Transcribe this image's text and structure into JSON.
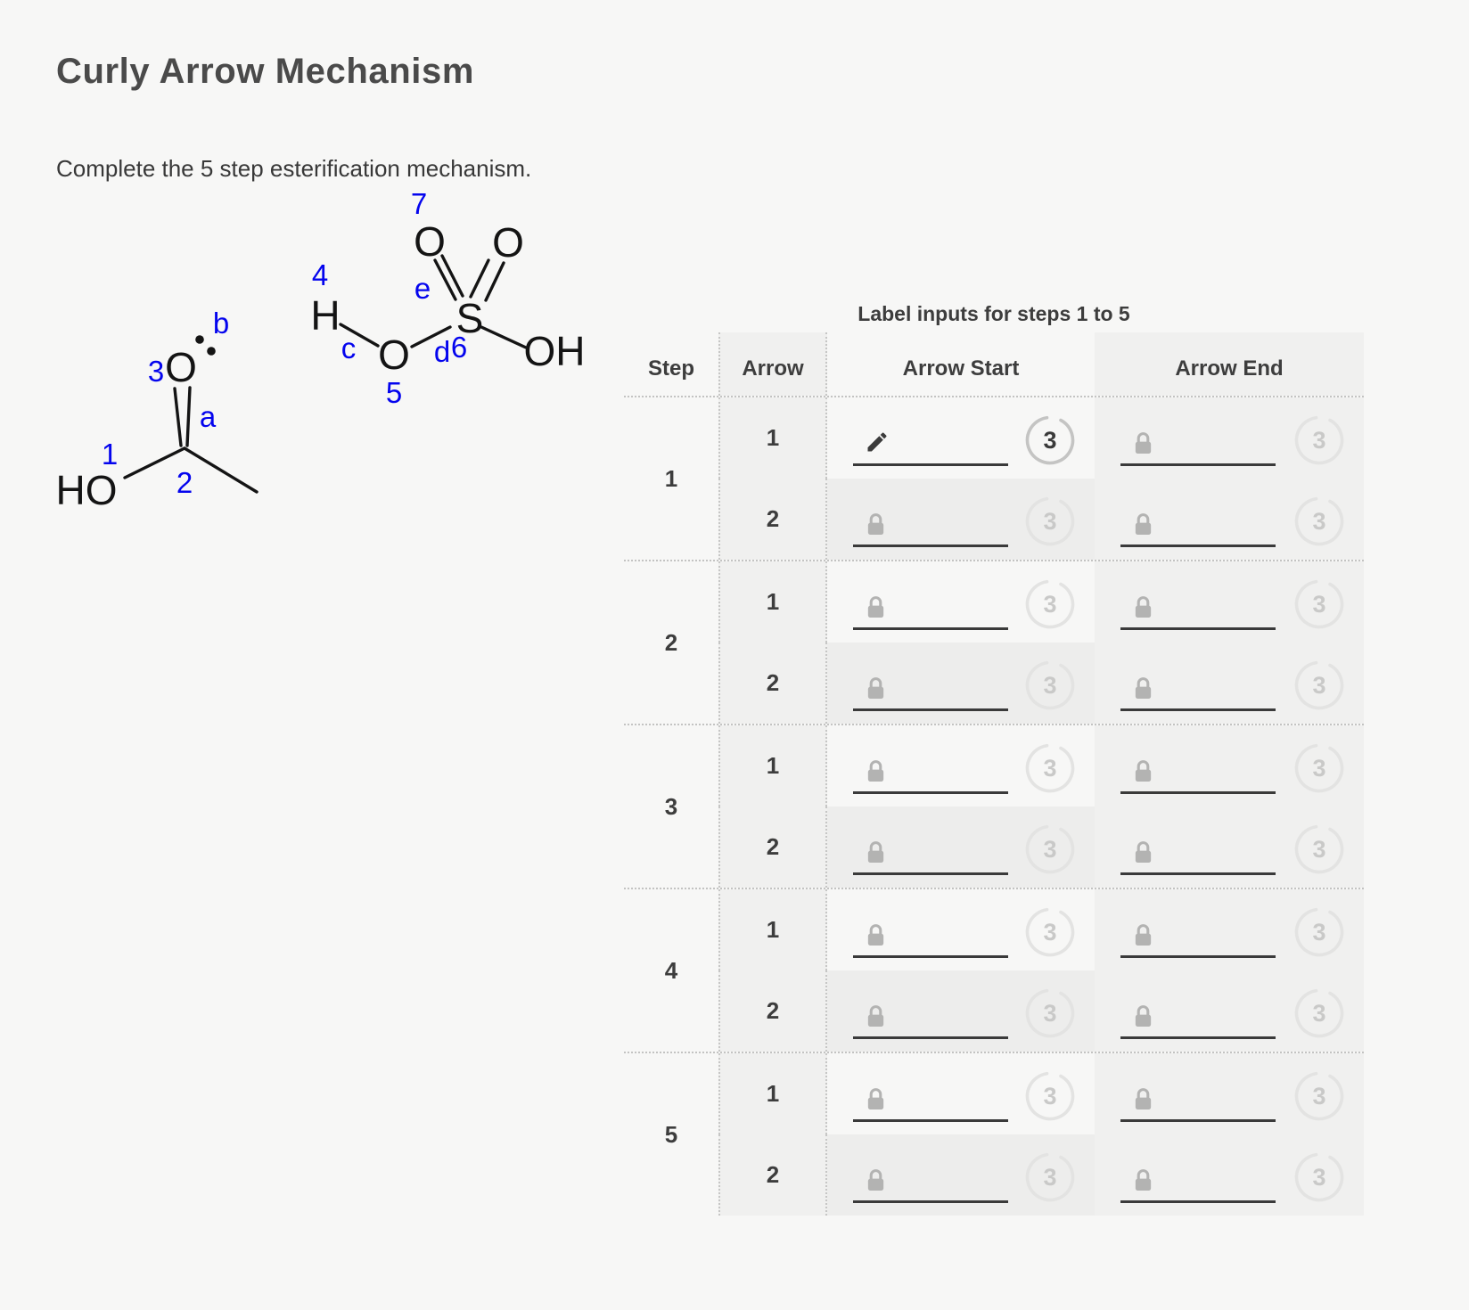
{
  "page": {
    "title": "Curly Arrow Mechanism",
    "instructions": "Complete the 5 step esterification mechanism."
  },
  "colors": {
    "annotation_blue": "#0404ee",
    "structure_color": "#141414",
    "column_shade": "#f0f0ef",
    "active_text": "#3a3a3a",
    "locked_gray": "#c9c9c8"
  },
  "molecules": {
    "acetic_acid": {
      "id": "acetic-acid",
      "atoms": {
        "hydroxyl": "HO",
        "carbonyl_oxygen": "O"
      },
      "annotations": {
        "pos1": "1",
        "pos2": "2",
        "pos3": "3",
        "bond_a": "a",
        "lone_pair_b": "b"
      }
    },
    "sulfuric_acid": {
      "id": "sulfuric-acid",
      "atoms": {
        "hydrogen": "H",
        "bridging_oxygen": "O",
        "top_left_oxygen": "O",
        "top_right_oxygen": "O",
        "sulfur": "S",
        "hydroxyl": "OH"
      },
      "annotations": {
        "pos4": "4",
        "pos5": "5",
        "pos6": "6",
        "pos7": "7",
        "bond_c": "c",
        "bond_d": "d",
        "bond_e": "e"
      }
    }
  },
  "table": {
    "caption": "Label inputs for steps 1 to 5",
    "columns": {
      "step": "Step",
      "arrow": "Arrow",
      "start": "Arrow Start",
      "end": "Arrow End"
    },
    "char_limit": "3",
    "steps": [
      {
        "label": "1",
        "arrows": [
          {
            "label": "1",
            "start": {
              "state": "editable",
              "icon": "pencil",
              "value": "",
              "remaining": "3"
            },
            "end": {
              "state": "locked",
              "icon": "lock",
              "value": "",
              "remaining": "3"
            }
          },
          {
            "label": "2",
            "start": {
              "state": "locked",
              "icon": "lock",
              "value": "",
              "remaining": "3"
            },
            "end": {
              "state": "locked",
              "icon": "lock",
              "value": "",
              "remaining": "3"
            }
          }
        ]
      },
      {
        "label": "2",
        "arrows": [
          {
            "label": "1",
            "start": {
              "state": "locked",
              "icon": "lock",
              "value": "",
              "remaining": "3"
            },
            "end": {
              "state": "locked",
              "icon": "lock",
              "value": "",
              "remaining": "3"
            }
          },
          {
            "label": "2",
            "start": {
              "state": "locked",
              "icon": "lock",
              "value": "",
              "remaining": "3"
            },
            "end": {
              "state": "locked",
              "icon": "lock",
              "value": "",
              "remaining": "3"
            }
          }
        ]
      },
      {
        "label": "3",
        "arrows": [
          {
            "label": "1",
            "start": {
              "state": "locked",
              "icon": "lock",
              "value": "",
              "remaining": "3"
            },
            "end": {
              "state": "locked",
              "icon": "lock",
              "value": "",
              "remaining": "3"
            }
          },
          {
            "label": "2",
            "start": {
              "state": "locked",
              "icon": "lock",
              "value": "",
              "remaining": "3"
            },
            "end": {
              "state": "locked",
              "icon": "lock",
              "value": "",
              "remaining": "3"
            }
          }
        ]
      },
      {
        "label": "4",
        "arrows": [
          {
            "label": "1",
            "start": {
              "state": "locked",
              "icon": "lock",
              "value": "",
              "remaining": "3"
            },
            "end": {
              "state": "locked",
              "icon": "lock",
              "value": "",
              "remaining": "3"
            }
          },
          {
            "label": "2",
            "start": {
              "state": "locked",
              "icon": "lock",
              "value": "",
              "remaining": "3"
            },
            "end": {
              "state": "locked",
              "icon": "lock",
              "value": "",
              "remaining": "3"
            }
          }
        ]
      },
      {
        "label": "5",
        "arrows": [
          {
            "label": "1",
            "start": {
              "state": "locked",
              "icon": "lock",
              "value": "",
              "remaining": "3"
            },
            "end": {
              "state": "locked",
              "icon": "lock",
              "value": "",
              "remaining": "3"
            }
          },
          {
            "label": "2",
            "start": {
              "state": "locked",
              "icon": "lock",
              "value": "",
              "remaining": "3"
            },
            "end": {
              "state": "locked",
              "icon": "lock",
              "value": "",
              "remaining": "3"
            }
          }
        ]
      }
    ]
  }
}
